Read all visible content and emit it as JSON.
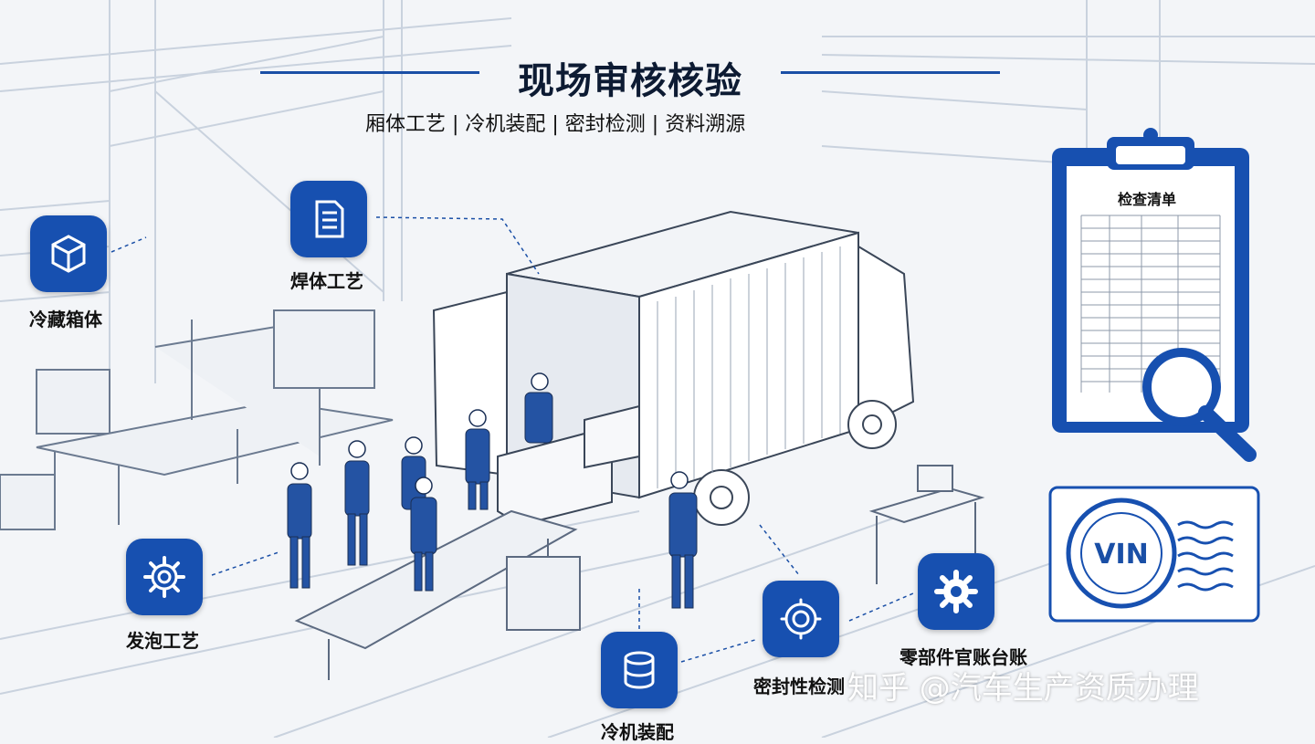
{
  "header": {
    "title": "现场审核核验",
    "subtitle": "厢体工艺 | 冷机装配 | 密封检测 | 资料溯源"
  },
  "badges": [
    {
      "label": "冷藏箱体",
      "icon": "cube-icon"
    },
    {
      "label": "焊体工艺",
      "icon": "document-icon"
    },
    {
      "label": "发泡工艺",
      "icon": "gear-icon"
    },
    {
      "label": "冷机装配",
      "icon": "cylinder-icon"
    },
    {
      "label": "密封性检测",
      "icon": "seal-icon"
    },
    {
      "label": "零部件官账台账",
      "icon": "gear-cog-icon"
    }
  ],
  "clipboard": {
    "title": "检查清单"
  },
  "vin_stamp": {
    "text": "VIN"
  },
  "watermark": "知乎 @汽车生产资质办理",
  "colors": {
    "accent": "#1750b0",
    "line": "#1a4fa6",
    "background": "#f3f5f8"
  }
}
